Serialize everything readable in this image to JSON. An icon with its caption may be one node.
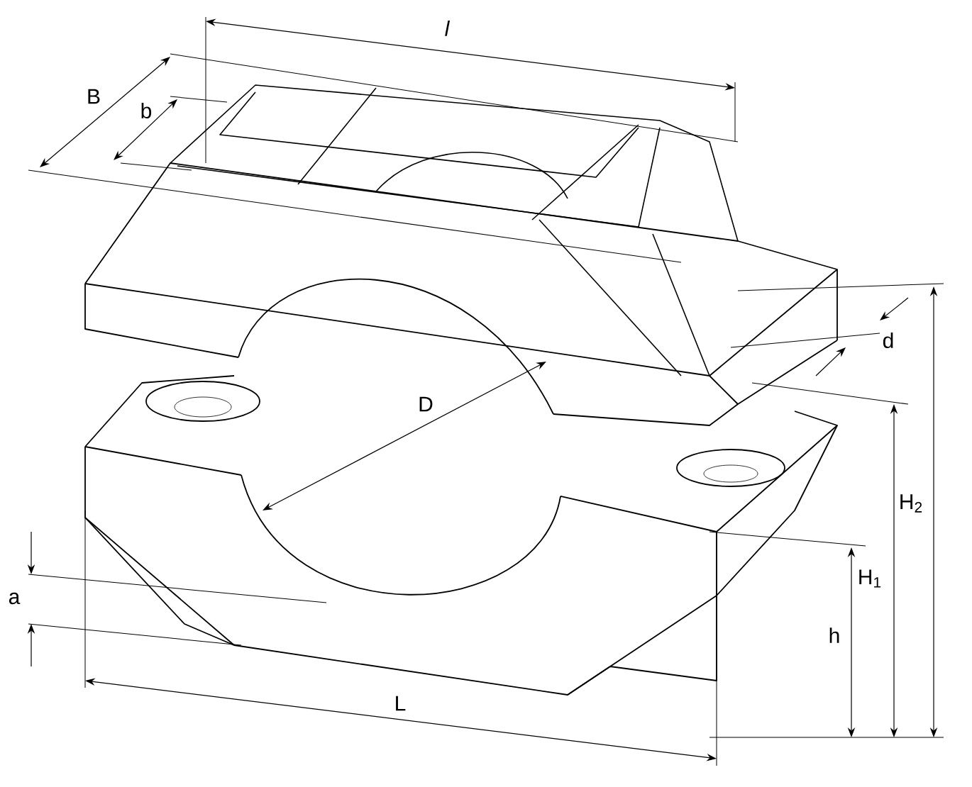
{
  "diagram": {
    "labels": [
      "l",
      "B",
      "b",
      "d",
      "D",
      "H$_{2}$",
      "H$_{1}$",
      "a",
      "h",
      "L"
    ]
  }
}
